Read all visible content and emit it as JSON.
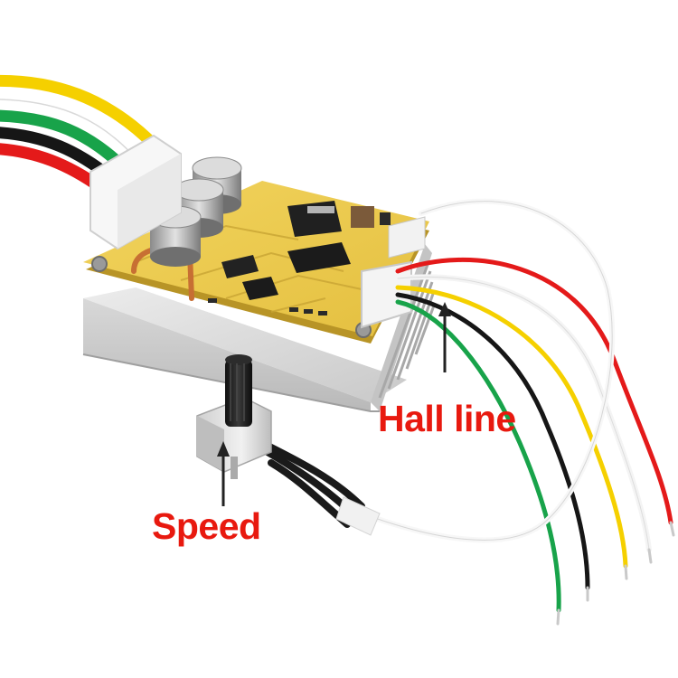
{
  "labels": {
    "hall_line": "Hall line",
    "speed": "Speed"
  },
  "colors": {
    "label_red": "#e8190f",
    "pcb_yellow": "#e9c84a",
    "heatsink_silver": "#d3d3d3",
    "wire_red": "#e41a1a",
    "wire_black": "#161616",
    "wire_green": "#18a34a",
    "wire_yellow": "#f5d000",
    "wire_white": "#f4f4f4",
    "copper": "#c76f33"
  },
  "objects": {
    "board": "bldc-motor-controller-board",
    "potentiometer": "speed-potentiometer",
    "hall_connector": "hall-sensor-connector"
  }
}
